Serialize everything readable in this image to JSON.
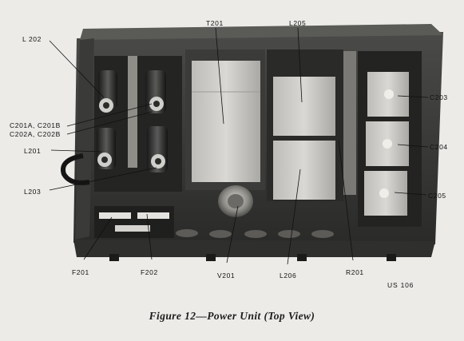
{
  "figure": {
    "caption": "Figure 12—Power Unit (Top View)",
    "plate_id": "US 106"
  },
  "labels": {
    "L202": "L 202",
    "T201": "T201",
    "L205": "L205",
    "C203": "C203",
    "C201": "C201A, C201B",
    "C202": "C202A, C202B",
    "C204": "C204",
    "L201": "L201",
    "C205": "C205",
    "L203": "L203",
    "F201": "F201",
    "F202": "F202",
    "V201": "V201",
    "L206": "L206",
    "R201": "R201"
  }
}
